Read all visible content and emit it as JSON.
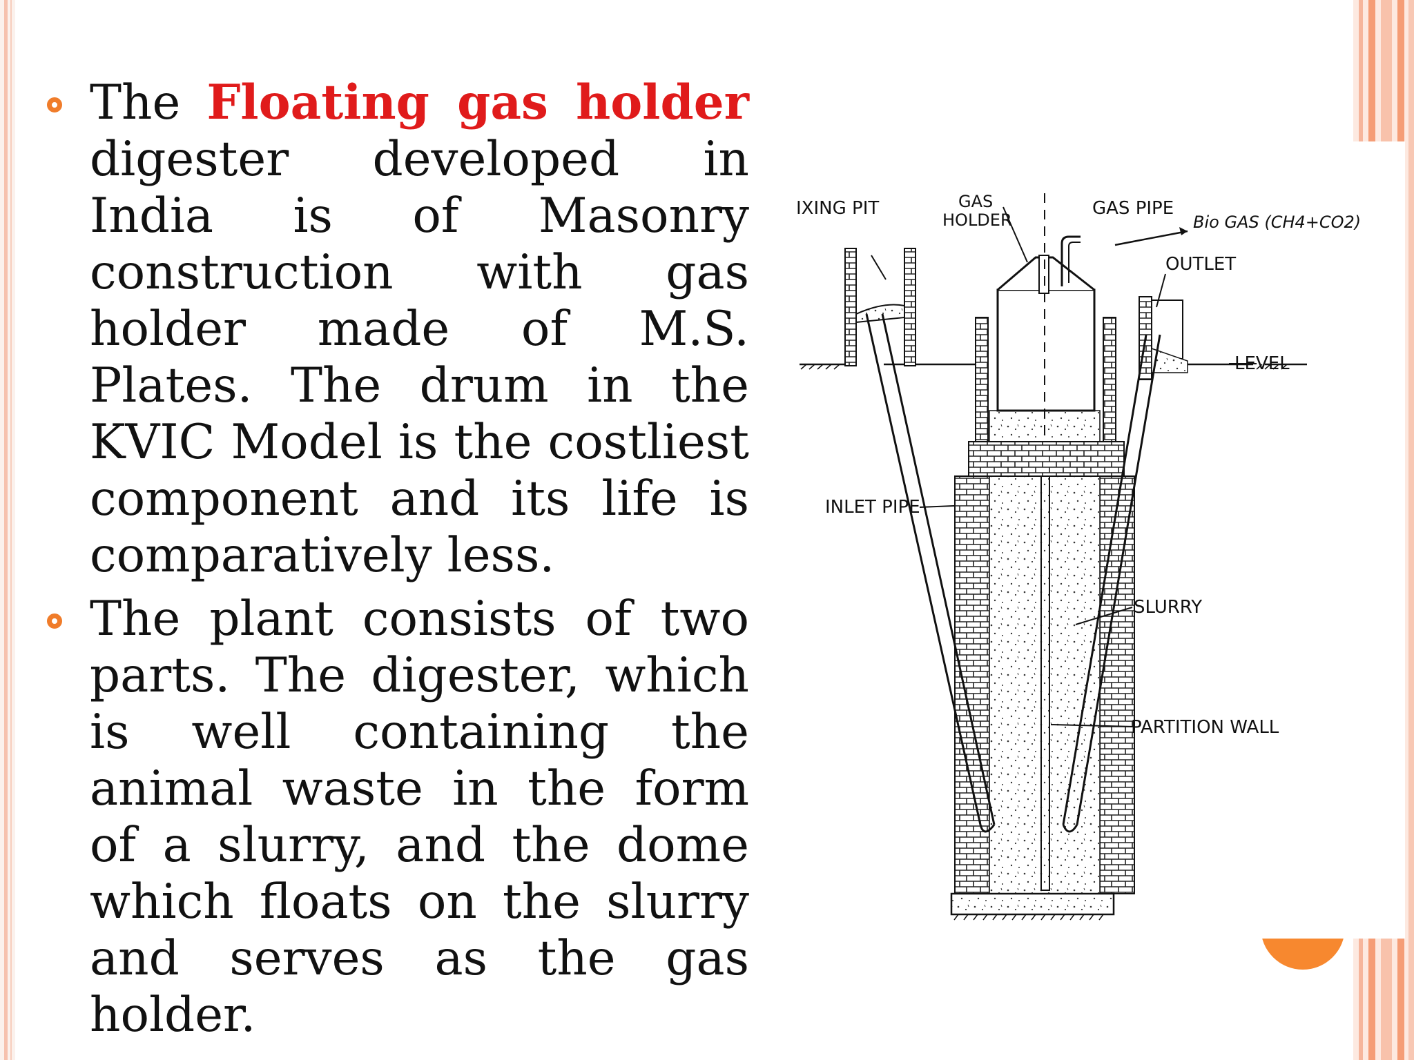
{
  "slide": {
    "bullets": [
      {
        "icon": "ring-bullet-icon",
        "prefix": "The ",
        "highlight": "Floating gas holder",
        "text": " digester developed in India is of Masonry construction with gas holder made of M.S. Plates. The drum in the KVIC Model is the costliest component and its life is comparatively less."
      },
      {
        "icon": "ring-bullet-icon",
        "text": "The plant consists of two parts. The digester, which is well containing the animal waste in the form of a slurry, and the dome which floats on the slurry and serves as the gas holder."
      }
    ]
  },
  "diagram": {
    "labels": {
      "mixing_pit": "IXING PIT",
      "gas_holder_line1": "GAS",
      "gas_holder_line2": "HOLDER",
      "gas_pipe": "GAS PIPE",
      "bio_gas": "Bio GAS (CH4+CO2)",
      "outlet": "OUTLET",
      "level": "LEVEL",
      "inlet_pipe": "INLET PIPE",
      "slurry": "SLURRY",
      "partition_wall": "PARTITION WALL"
    }
  },
  "colors": {
    "highlight": "#e01b1b",
    "bullet": "#f07c2a",
    "accent_circle": "#f7882f",
    "stripes": "#f59d76"
  }
}
